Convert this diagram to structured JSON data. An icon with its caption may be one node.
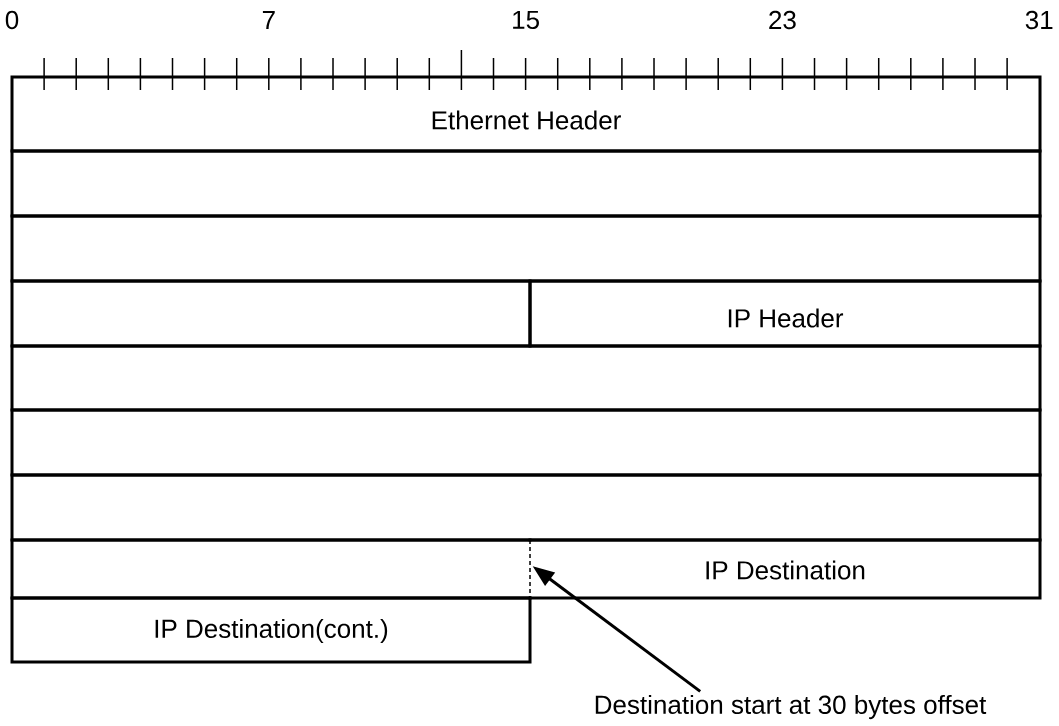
{
  "diagram": {
    "nodes": [
      {
        "text": [
          "Ethernet Header"
        ]
      },
      {
        "text": [],
        "shape": "box"
      },
      {
        "text": [],
        "shape": "box"
      },
      {
        "text": [],
        "shape": "box"
      },
      {
        "text": [
          "IP Header"
        ]
      },
      {
        "text": [],
        "shape": "box"
      },
      {
        "text": [],
        "shape": "box"
      },
      {
        "text": [],
        "shape": "box"
      },
      {
        "text": [],
        "shape": "box"
      },
      {
        "text": [
          "IP Destination"
        ]
      },
      {
        "text": [
          "IP Destination(cont.)"
        ]
      },
      {
        "text": [
          "Destination start at 30 bytes offset"
        ]
      }
    ],
    "edges": [
      {
        "from": 11,
        "to": 9,
        "arrow": "to"
      }
    ],
    "labels": [
      "0",
      "7",
      "15",
      "23",
      "31"
    ]
  }
}
